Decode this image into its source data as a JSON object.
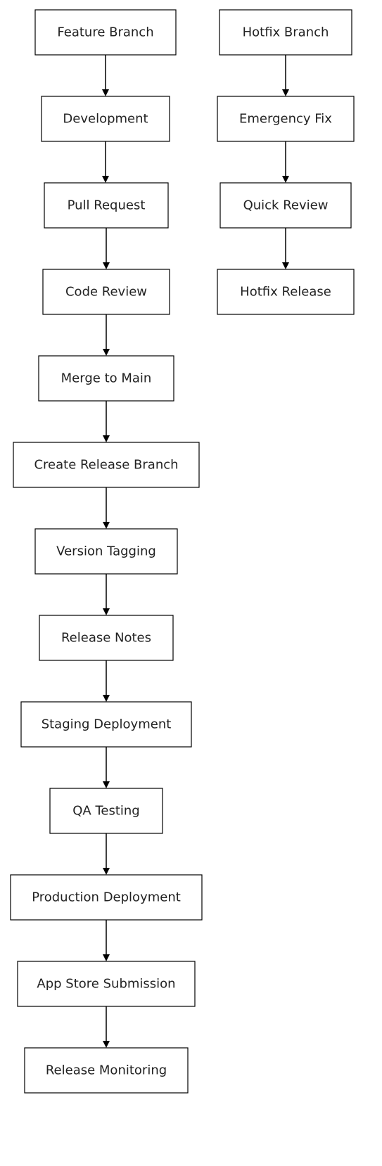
{
  "diagram": {
    "type": "flowchart",
    "nodes": [
      {
        "id": "feature",
        "label": "Feature Branch"
      },
      {
        "id": "dev",
        "label": "Development"
      },
      {
        "id": "pr",
        "label": "Pull Request"
      },
      {
        "id": "cr",
        "label": "Code Review"
      },
      {
        "id": "merge",
        "label": "Merge to Main"
      },
      {
        "id": "crb",
        "label": "Create Release Branch"
      },
      {
        "id": "vt",
        "label": "Version Tagging"
      },
      {
        "id": "rn",
        "label": "Release Notes"
      },
      {
        "id": "sd",
        "label": "Staging Deployment"
      },
      {
        "id": "qa",
        "label": "QA Testing"
      },
      {
        "id": "pd",
        "label": "Production Deployment"
      },
      {
        "id": "ass",
        "label": "App Store Submission"
      },
      {
        "id": "rm",
        "label": "Release Monitoring"
      },
      {
        "id": "hb",
        "label": "Hotfix Branch"
      },
      {
        "id": "ef",
        "label": "Emergency Fix"
      },
      {
        "id": "qr",
        "label": "Quick Review"
      },
      {
        "id": "hr",
        "label": "Hotfix Release"
      }
    ],
    "edges": [
      {
        "from": "feature",
        "to": "dev"
      },
      {
        "from": "dev",
        "to": "pr"
      },
      {
        "from": "pr",
        "to": "cr"
      },
      {
        "from": "cr",
        "to": "merge"
      },
      {
        "from": "merge",
        "to": "crb"
      },
      {
        "from": "crb",
        "to": "vt"
      },
      {
        "from": "vt",
        "to": "rn"
      },
      {
        "from": "rn",
        "to": "sd"
      },
      {
        "from": "sd",
        "to": "qa"
      },
      {
        "from": "qa",
        "to": "pd"
      },
      {
        "from": "pd",
        "to": "ass"
      },
      {
        "from": "ass",
        "to": "rm"
      },
      {
        "from": "hb",
        "to": "ef"
      },
      {
        "from": "ef",
        "to": "qr"
      },
      {
        "from": "qr",
        "to": "hr"
      }
    ],
    "colors": {
      "node_fill": "#ffffff",
      "node_stroke": "#000000",
      "text": "#222222",
      "edge": "#000000"
    }
  }
}
